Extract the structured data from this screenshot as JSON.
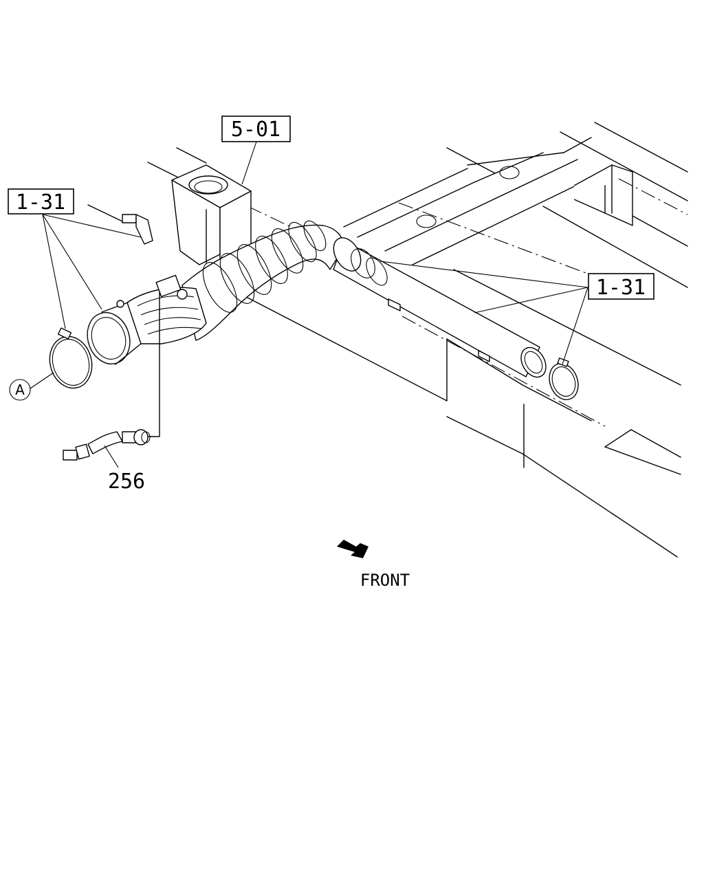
{
  "callouts": {
    "ref_5_01": "5-01",
    "ref_1_31_left": "1-31",
    "ref_1_31_right": "1-31",
    "part_256": "256",
    "view_a": "A"
  },
  "direction": {
    "label": "FRONT"
  },
  "icons": {
    "front_arrow": "front-arrow-icon"
  }
}
